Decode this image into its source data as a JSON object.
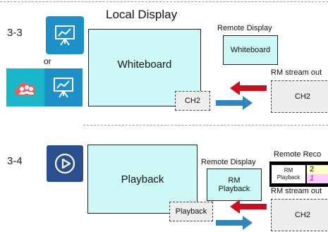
{
  "section_top": {
    "label": "3-3",
    "title": "Local Display",
    "or_text": "or",
    "local_box": "Whiteboard",
    "local_ch": "CH2",
    "remote_title": "Remote Display",
    "remote_box": "Whiteboard",
    "rm_title": "RM stream out",
    "rm_box": "CH2"
  },
  "section_bottom": {
    "label": "3-4",
    "local_box": "Playback",
    "local_ch": "Playback",
    "remote_title": "Remote Display",
    "remote_line1": "RM",
    "remote_line2": "Playback",
    "reco_title": "Remote Reco",
    "reco_label1": "RM",
    "reco_label2": "Playback",
    "reco_num1": "2",
    "reco_num2": "1",
    "rm_title": "RM stream out",
    "rm_box": "CH2"
  },
  "colors": {
    "accent_cyan": "#cdf8f8",
    "icon_blue": "#1e90c8",
    "icon_teal": "#18b8c8",
    "icon_red": "#f05a5a",
    "icon_navy": "#2a4f8e",
    "arrow_red": "#cc0f1a",
    "arrow_blue": "#2e86c1",
    "reco_yellow": "#ffffcc",
    "reco_pink": "#ffccff"
  },
  "icons": [
    "whiteboard-icon",
    "cloud-users-icon",
    "whiteboard-icon",
    "playback-icon"
  ]
}
